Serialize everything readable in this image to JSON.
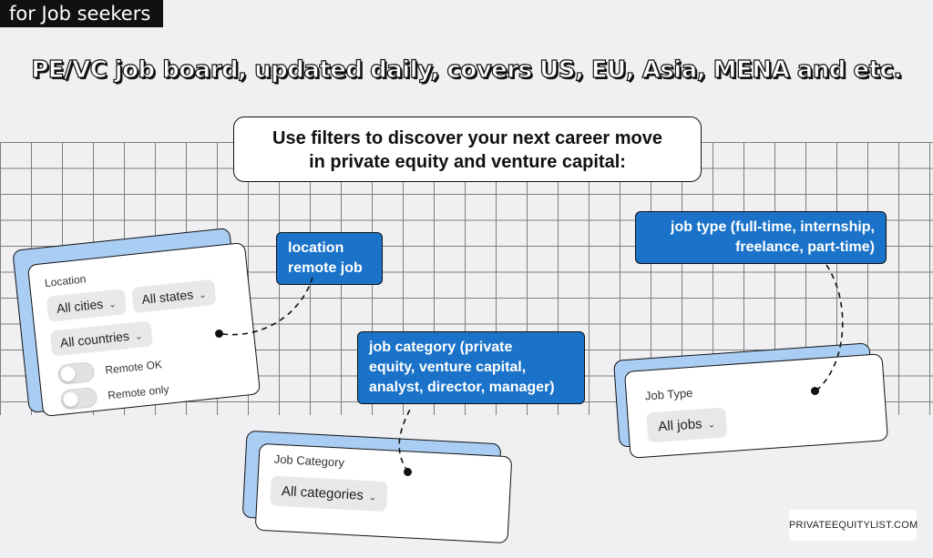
{
  "tag": "for Job seekers",
  "headline": "PE/VC job board, updated daily, covers US, EU, Asia, MENA and etc.",
  "intro": {
    "line1": "Use filters to discover your next career move",
    "line2": "in private equity and venture capital:"
  },
  "location_card": {
    "label": "Location",
    "cities": "All cities",
    "states": "All states",
    "countries": "All countries",
    "remote_ok": "Remote OK",
    "remote_only": "Remote only"
  },
  "category_card": {
    "label": "Job Category",
    "value": "All categories"
  },
  "type_card": {
    "label": "Job Type",
    "value": "All jobs"
  },
  "notes": {
    "location": {
      "line1": "location",
      "line2": "remote job"
    },
    "category": {
      "line1": "job category (private",
      "line2": "equity, venture capital,",
      "line3": "analyst, director, manager)"
    },
    "type": {
      "line1": "job type (full-time, internship,",
      "line2": "freelance, part-time)"
    }
  },
  "brand": "PRIVATEEQUITYLIST.COM",
  "colors": {
    "accent": "#1a73c9",
    "card_shadow": "#a9cdf3"
  },
  "icons": {
    "dropdown": "chevron-down-icon"
  }
}
